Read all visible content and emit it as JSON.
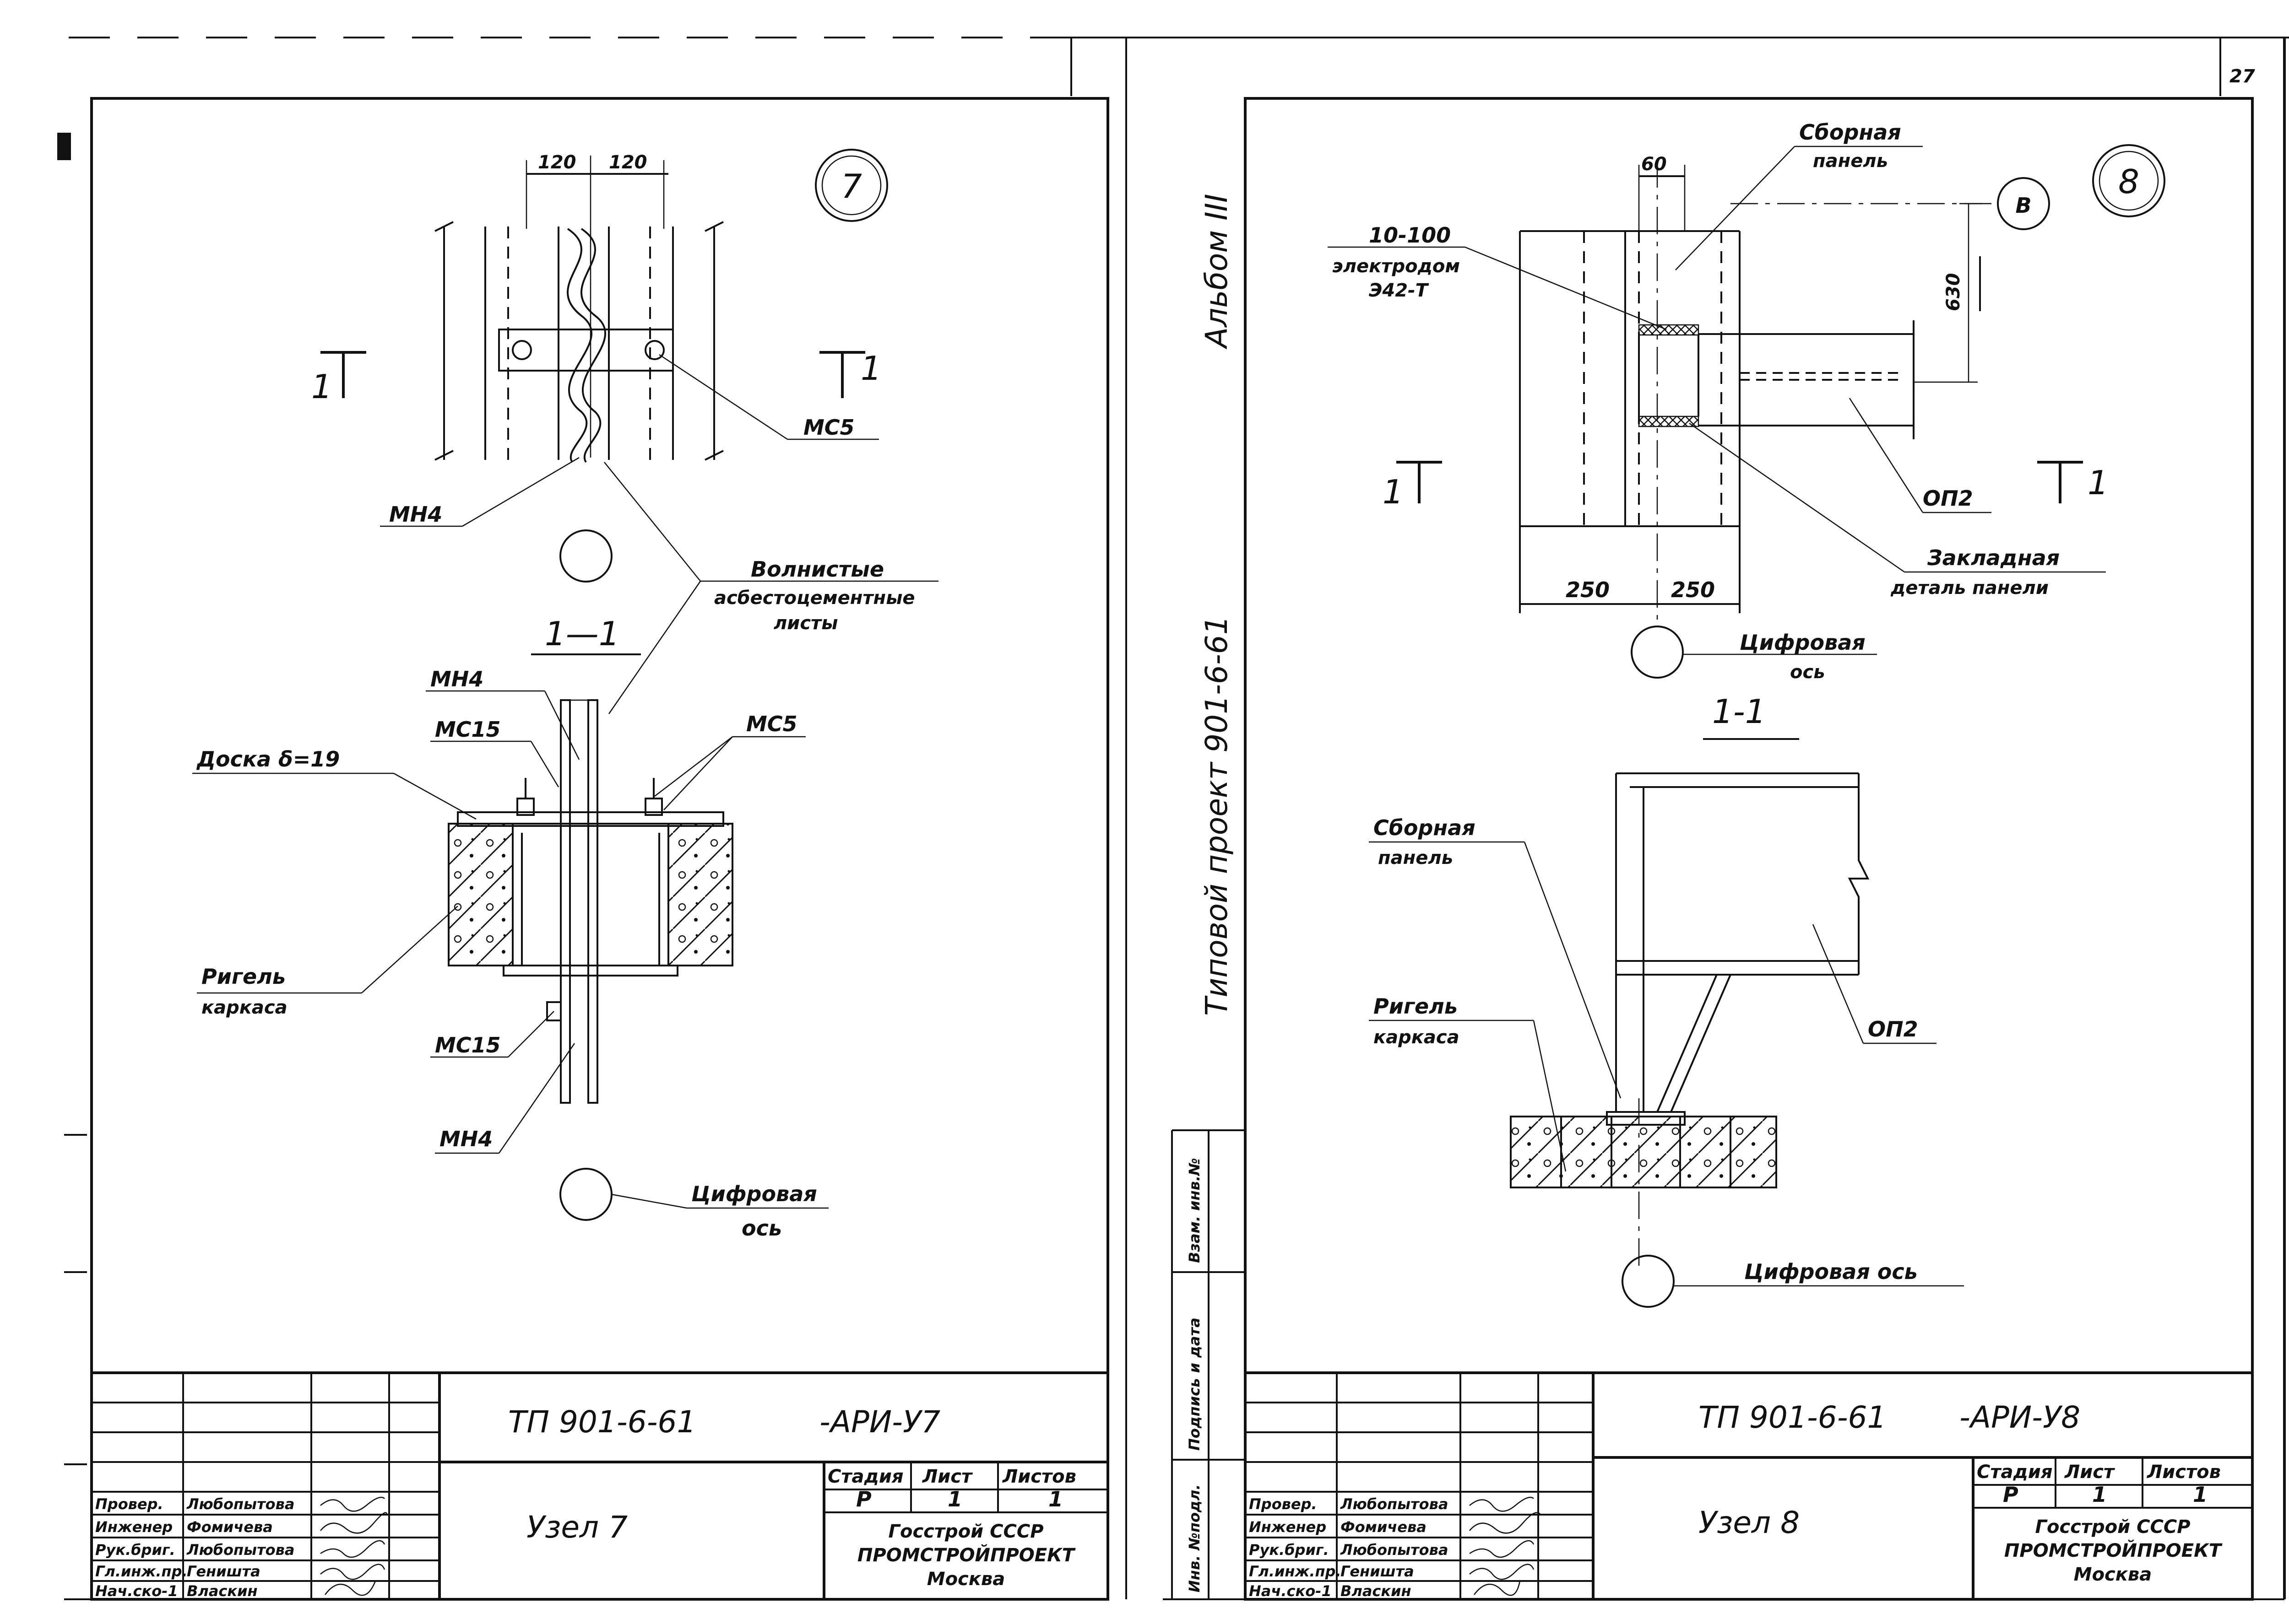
{
  "page_number": "27",
  "vertical_text": {
    "album": "Альбом III",
    "project": "Типовой проект 901-6-61",
    "stamp_labels": [
      "Инв. №подл.",
      "Подпись и дата",
      "Взам. инв.№"
    ]
  },
  "left_sheet": {
    "node_number": "7",
    "dims": [
      "120",
      "120"
    ],
    "labels": {
      "mc5": "МС5",
      "mh4": "МН4",
      "wave_sheets_1": "Волнистые",
      "wave_sheets_2": "асбестоцементные",
      "wave_sheets_3": "листы",
      "section": "1—1",
      "mh4_b": "МН4",
      "mc15": "МС15",
      "mc5_b": "МС5",
      "board": "Доска δ=19",
      "beam_1": "Ригель",
      "beam_2": "каркаса",
      "mc15_b": "МС15",
      "mh4_c": "МН4",
      "axis_1": "Цифровая",
      "axis_2": "ось",
      "cut_1": "1",
      "cut_2": "1"
    },
    "title_block": {
      "code": "ТП 901-6-61",
      "suffix": "-АРИ-У7",
      "name": "Узел 7",
      "roles": [
        {
          "role": "Провер.",
          "name": "Любопытова"
        },
        {
          "role": "Инженер",
          "name": "Фомичева"
        },
        {
          "role": "Рук.бриг.",
          "name": "Любопытова"
        },
        {
          "role": "Гл.инж.пр.",
          "name": "Геништа"
        },
        {
          "role": "Нач.ско-1",
          "name": "Власкин"
        }
      ],
      "stage_h": "Стадия",
      "sheet_h": "Лист",
      "sheets_h": "Листов",
      "stage": "Р",
      "sheet": "1",
      "sheets": "1",
      "org_1": "Госстрой СССР",
      "org_2": "ПРОМСТРОЙПРОЕКТ",
      "org_3": "Москва"
    }
  },
  "right_sheet": {
    "node_number": "8",
    "axis_letter": "В",
    "dims": [
      "60",
      "630",
      "250",
      "250"
    ],
    "labels": {
      "panel_1": "Сборная",
      "panel_2": "панель",
      "weld_1": "10-100",
      "weld_2": "электродом",
      "weld_3": "Э42-Т",
      "op2": "ОП2",
      "embed_1": "Закладная",
      "embed_2": "деталь панели",
      "axis_1": "Цифровая",
      "axis_2": "ось",
      "section": "1-1",
      "panel_b1": "Сборная",
      "panel_b2": "панель",
      "op2_b": "ОП2",
      "beam_1": "Ригель",
      "beam_2": "каркаса",
      "axis_b": "Цифровая ось",
      "cut_1": "1",
      "cut_2": "1"
    },
    "title_block": {
      "code": "ТП 901-6-61",
      "suffix": "-АРИ-У8",
      "name": "Узел 8",
      "roles": [
        {
          "role": "Провер.",
          "name": "Любопытова"
        },
        {
          "role": "Инженер",
          "name": "Фомичева"
        },
        {
          "role": "Рук.бриг.",
          "name": "Любопытова"
        },
        {
          "role": "Гл.инж.пр.",
          "name": "Геништа"
        },
        {
          "role": "Нач.ско-1",
          "name": "Власкин"
        }
      ],
      "stage_h": "Стадия",
      "sheet_h": "Лист",
      "sheets_h": "Листов",
      "stage": "Р",
      "sheet": "1",
      "sheets": "1",
      "org_1": "Госстрой СССР",
      "org_2": "ПРОМСТРОЙПРОЕКТ",
      "org_3": "Москва"
    }
  }
}
